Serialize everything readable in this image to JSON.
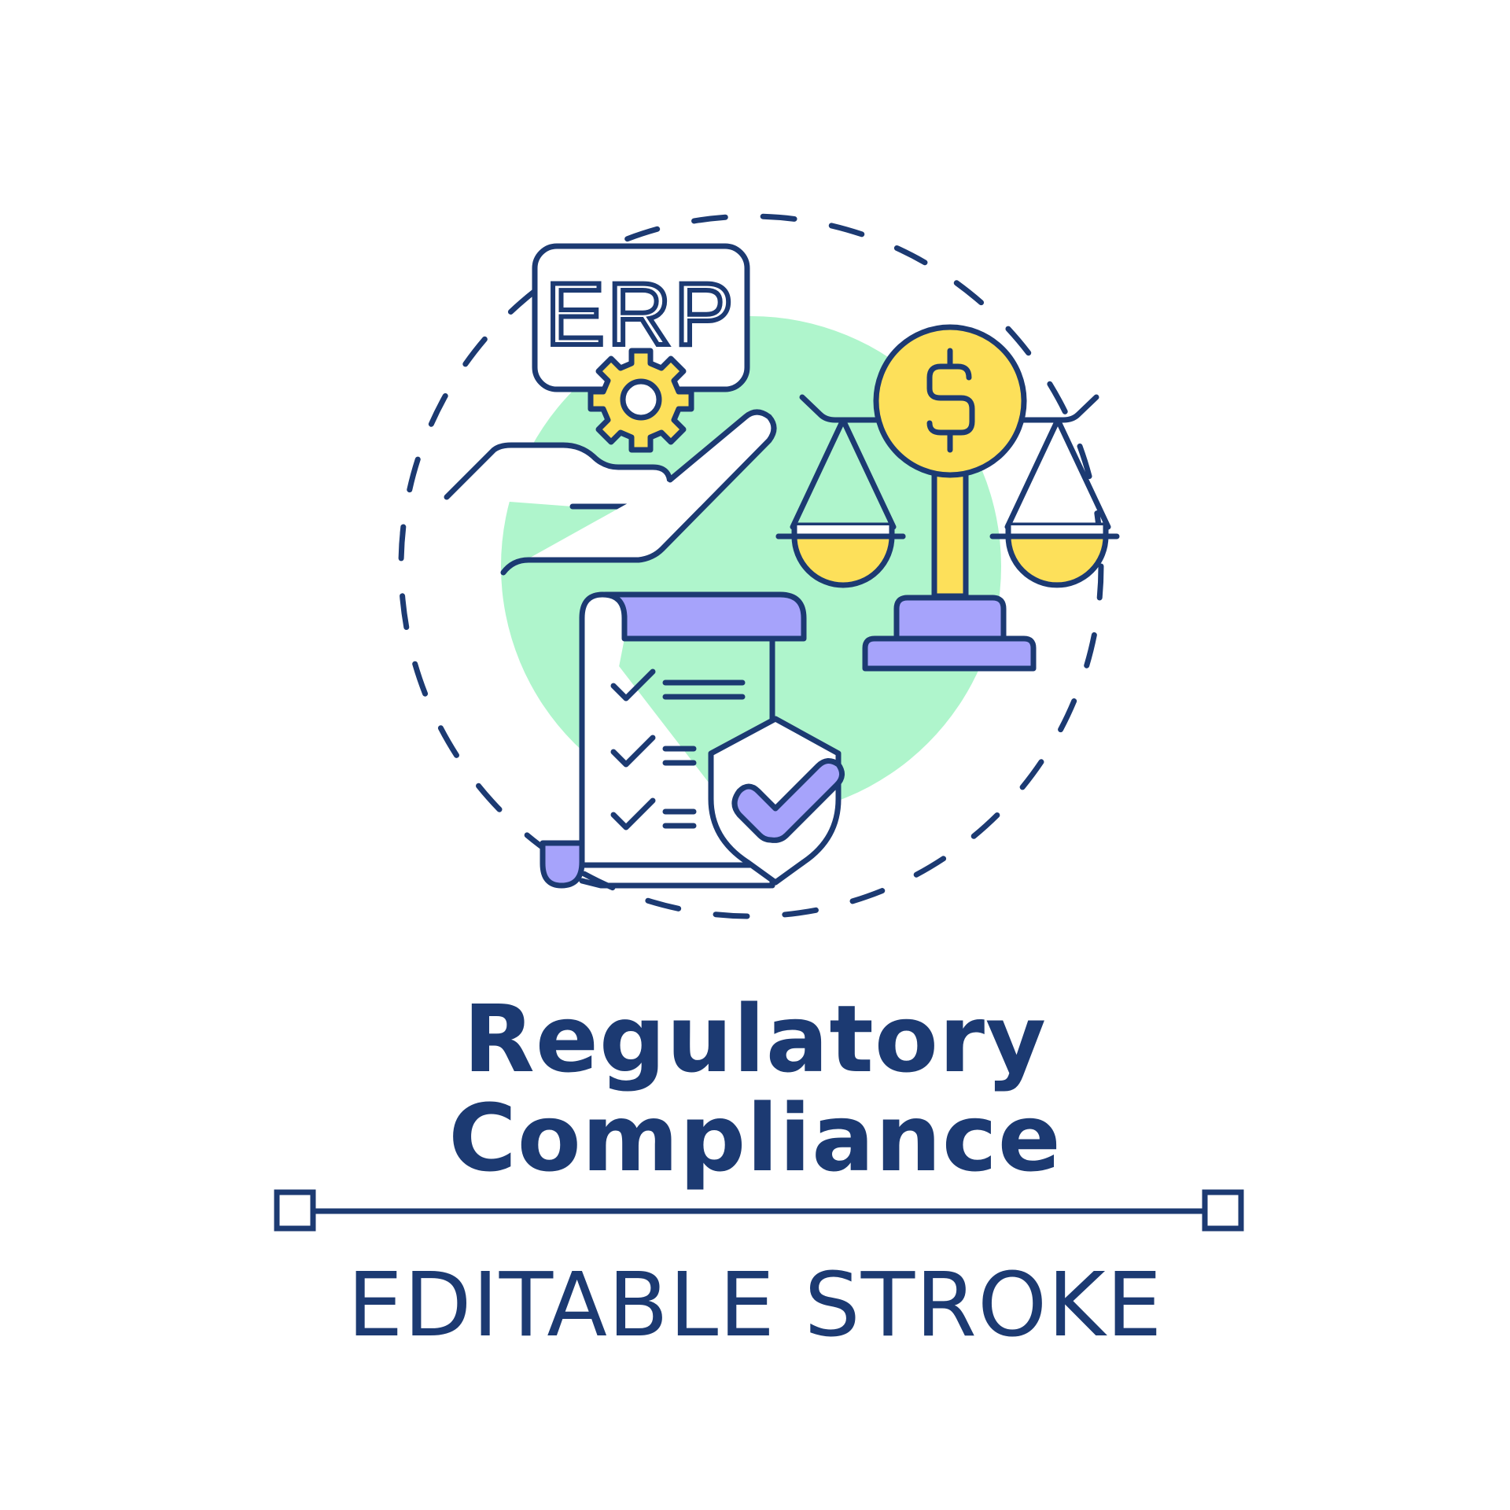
{
  "illustration": {
    "erp_label": "ERP",
    "currency_symbol": "$",
    "icons": [
      "erp-badge-icon",
      "gear-icon",
      "hand-icon",
      "scales-icon",
      "coin-icon",
      "checklist-document-icon",
      "shield-check-icon"
    ]
  },
  "title": {
    "line1": "Regulatory",
    "line2": "Compliance"
  },
  "subtitle": "EDITABLE STROKE",
  "colors": {
    "stroke": "#1c3a72",
    "mint": "#aff5cc",
    "yellow": "#fde05a",
    "lavender": "#a6a3fb",
    "background": "#ffffff"
  }
}
